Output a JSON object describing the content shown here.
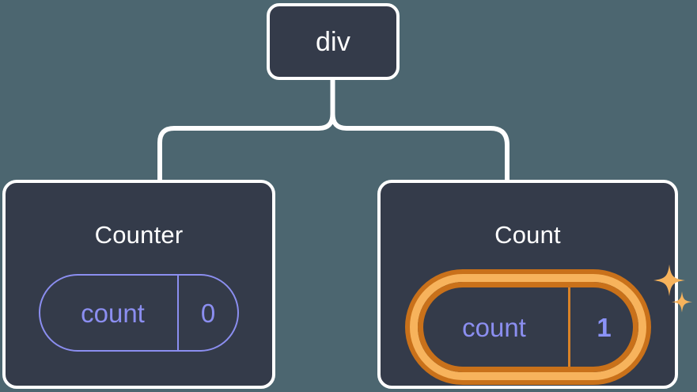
{
  "diagram": {
    "type": "component-tree",
    "background_color": "#4c6670",
    "node_fill_color": "#343b4a",
    "node_border_color": "#ffffff",
    "connector_color": "#ffffff",
    "accent_color": "#8b8ef0",
    "highlight_color": "#f7b35c",
    "highlight_outline_color": "#c9711a",
    "root": {
      "label": "div"
    },
    "children": [
      {
        "label": "Counter",
        "hook": {
          "name": "count",
          "value": "0",
          "highlighted": false
        }
      },
      {
        "label": "Count",
        "hook": {
          "name": "count",
          "value": "1",
          "highlighted": true
        },
        "sparkle_icons": [
          "sparkle-large",
          "sparkle-small"
        ]
      }
    ]
  }
}
